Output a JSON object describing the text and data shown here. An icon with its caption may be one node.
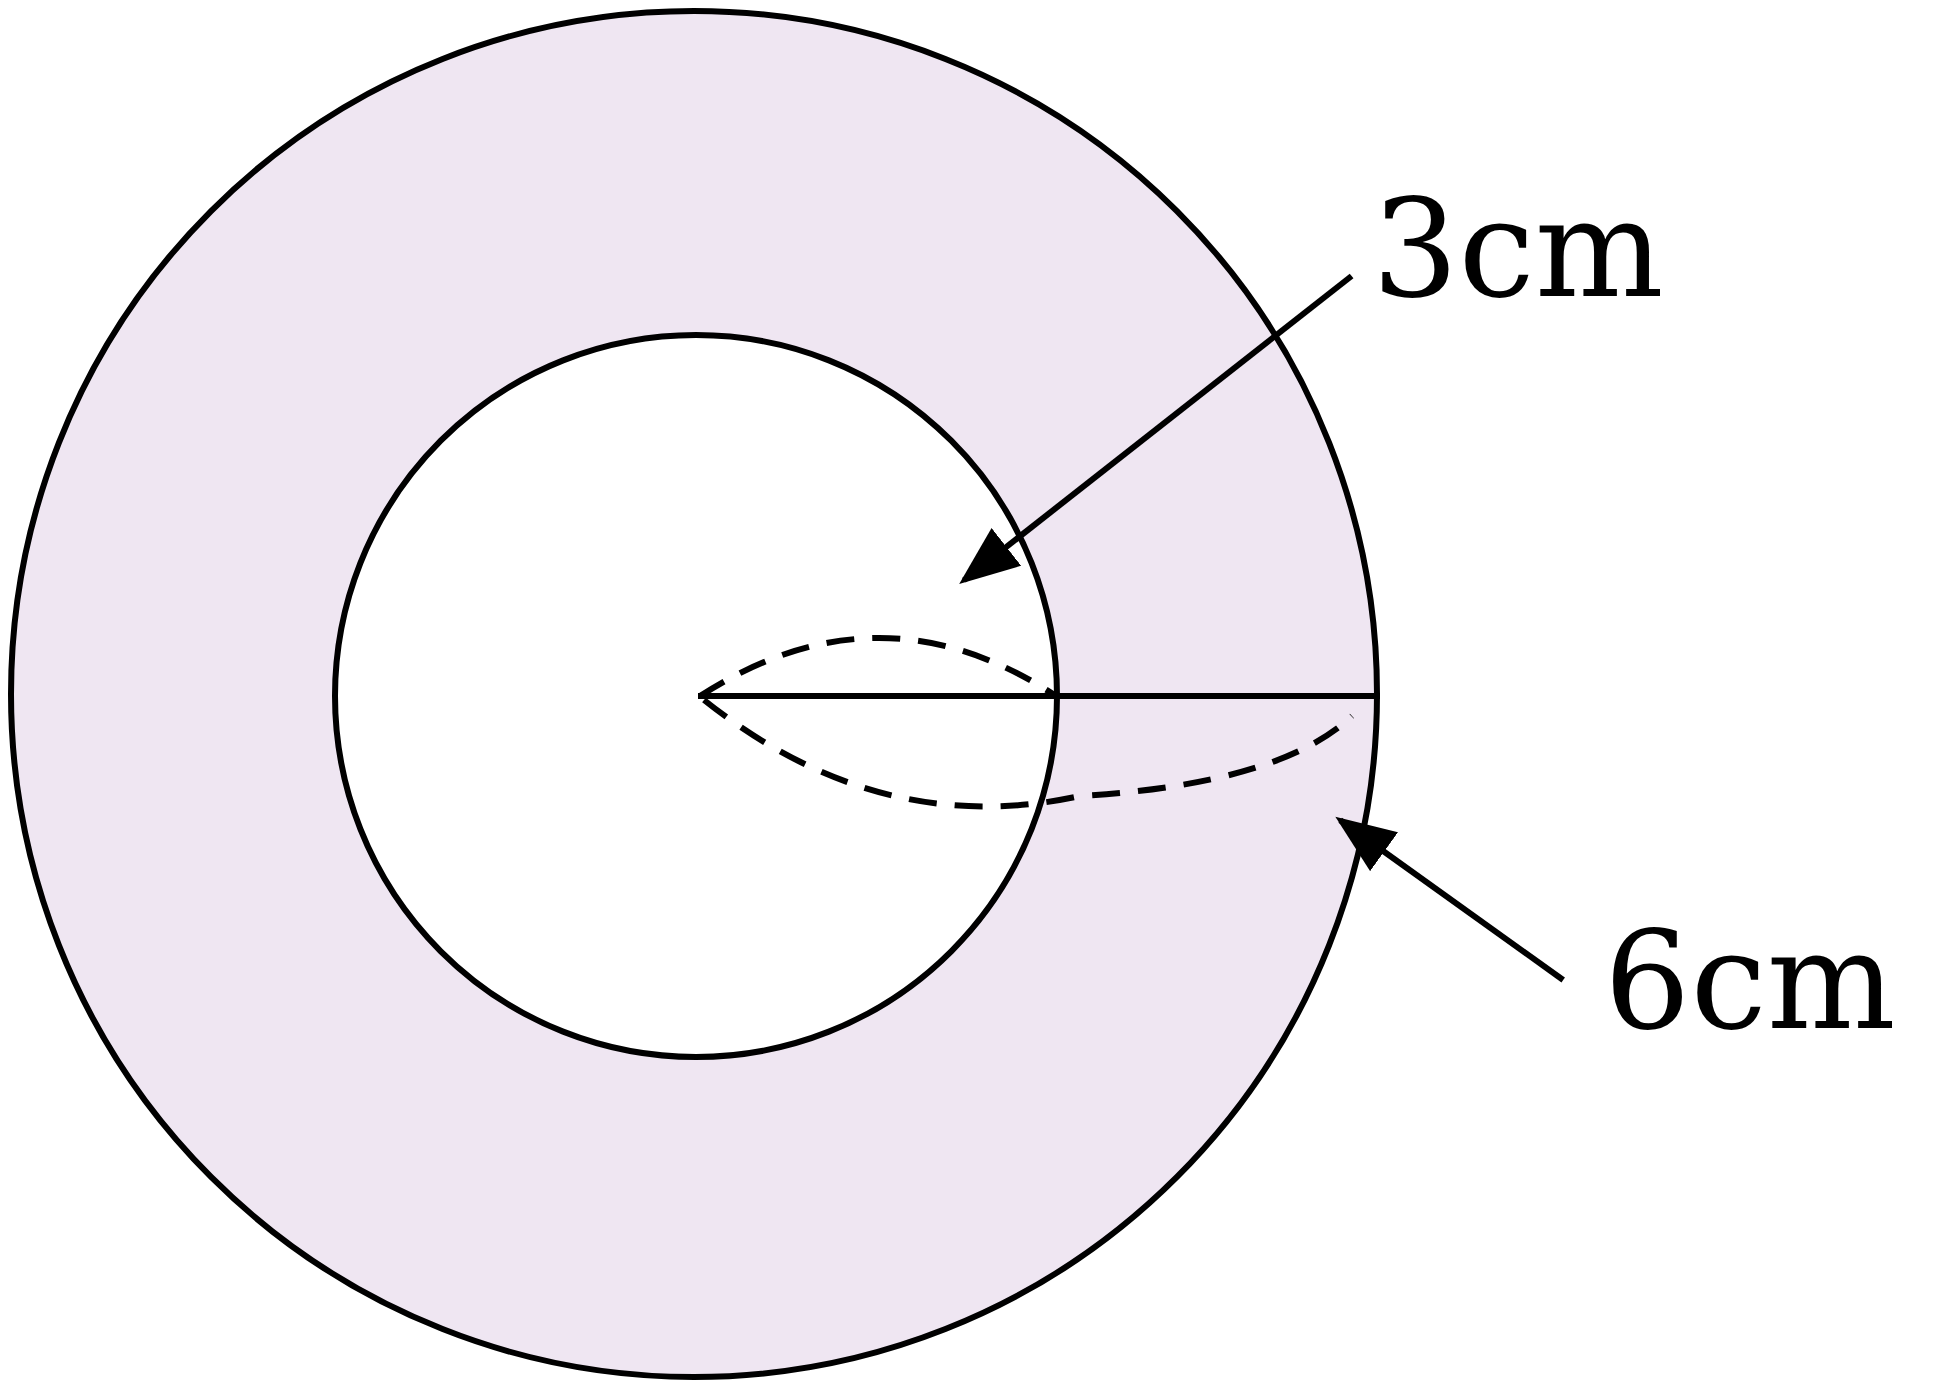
{
  "diagram": {
    "nodes": [
      {
        "text": [],
        "shape": "circle"
      },
      {
        "text": [],
        "shape": "circle",
        "in": 0
      },
      {
        "text": [
          "3cm"
        ]
      },
      {
        "text": [
          "6cm"
        ]
      }
    ],
    "edges": [
      {
        "from": 2,
        "to": 1,
        "arrow": "to"
      },
      {
        "from": 3,
        "to": 0,
        "arrow": "to"
      }
    ]
  }
}
